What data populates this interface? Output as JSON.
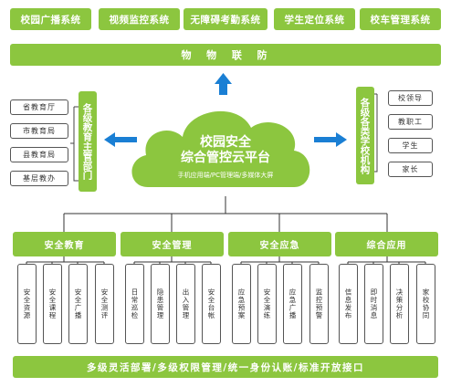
{
  "top_systems": [
    "校园广播系统",
    "视频监控系统",
    "无障碍考勤系统",
    "学生定位系统",
    "校车管理系统"
  ],
  "iot_bar": "物  物  联  防",
  "left_group": {
    "title": "各级教育主管部门",
    "items": [
      "省教育厅",
      "市教育局",
      "县教育局",
      "基层教办"
    ]
  },
  "right_group": {
    "title": "各级各类学校机构",
    "items": [
      "校领导",
      "教职工",
      "学生",
      "家长"
    ]
  },
  "cloud": {
    "title_line1": "校园安全",
    "title_line2": "综合管控云平台",
    "subtitle": "手机应用端/PC管理端/多媒体大屏"
  },
  "categories": [
    {
      "label": "安全教育",
      "items": [
        "安全资源",
        "安全课程",
        "安全广播",
        "安全测评"
      ]
    },
    {
      "label": "安全管理",
      "items": [
        "日常巡检",
        "隐患管理",
        "出入管理",
        "安全台帐"
      ]
    },
    {
      "label": "安全应急",
      "items": [
        "应急预案",
        "安全演练",
        "应急广播",
        "监控预警"
      ]
    },
    {
      "label": "综合应用",
      "items": [
        "信息发布",
        "即时消息",
        "决策分析",
        "家校协同"
      ]
    }
  ],
  "bottom_bar": "多级灵活部署/多级权限管理/统一身份认账/标准开放接口",
  "colors": {
    "green": "#8cc63f",
    "blue": "#1a7fd4",
    "line": "#333333"
  }
}
